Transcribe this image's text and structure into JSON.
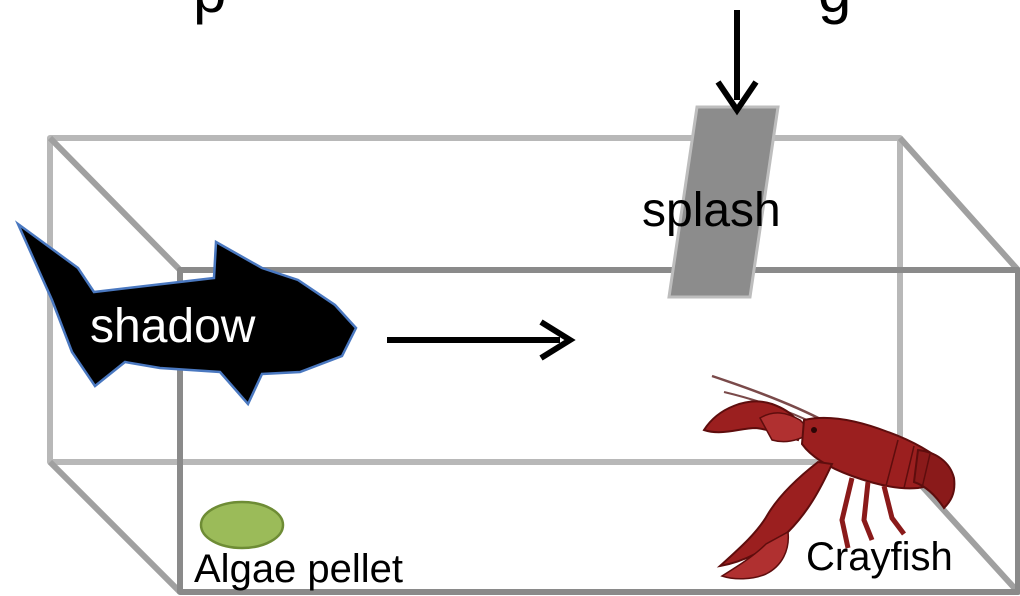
{
  "top_text_fragment": "p",
  "top_text_fragment_right": "g",
  "labels": {
    "splash": "splash",
    "shadow": "shadow",
    "algae_pellet": "Algae pellet",
    "crayfish": "Crayfish"
  },
  "colors": {
    "tank_outline": "#a9a9a9",
    "tank_front": "#8a8a8a",
    "splash_fill": "#8c8c8c",
    "fish_fill": "#000000",
    "fish_outline": "#4a78c0",
    "pellet_fill": "#9bbb59",
    "pellet_outline": "#6e8c35",
    "crayfish_body": "#9b1f1f",
    "crayfish_dark": "#5e0d0d"
  },
  "icons": {
    "down_arrow": "arrow-down-icon",
    "right_arrow": "arrow-right-icon",
    "fish": "fish-silhouette-icon",
    "crayfish": "crayfish-icon"
  }
}
